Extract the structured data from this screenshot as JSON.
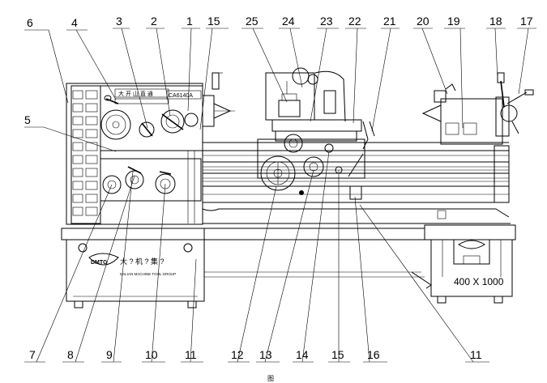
{
  "diagram": {
    "top_callouts": [
      "6",
      "4",
      "3",
      "2",
      "1",
      "15",
      "25",
      "24",
      "23",
      "22",
      "21",
      "20",
      "19",
      "18",
      "17"
    ],
    "side_callouts": [
      "5"
    ],
    "bottom_callouts": [
      "7",
      "8",
      "9",
      "10",
      "11",
      "12",
      "13",
      "14",
      "15",
      "16",
      "11"
    ],
    "headstock_plate": "CA6140A",
    "headstock_plate_chars": "大 开 山 直 通",
    "brand_logo": "DMTG",
    "base_slogan": "大 ? 机 ? 集 ?",
    "base_company": "DALIAN MACHINE TOOL GROUP",
    "machine_size": "400 X 1000",
    "footer_mark": "图"
  }
}
